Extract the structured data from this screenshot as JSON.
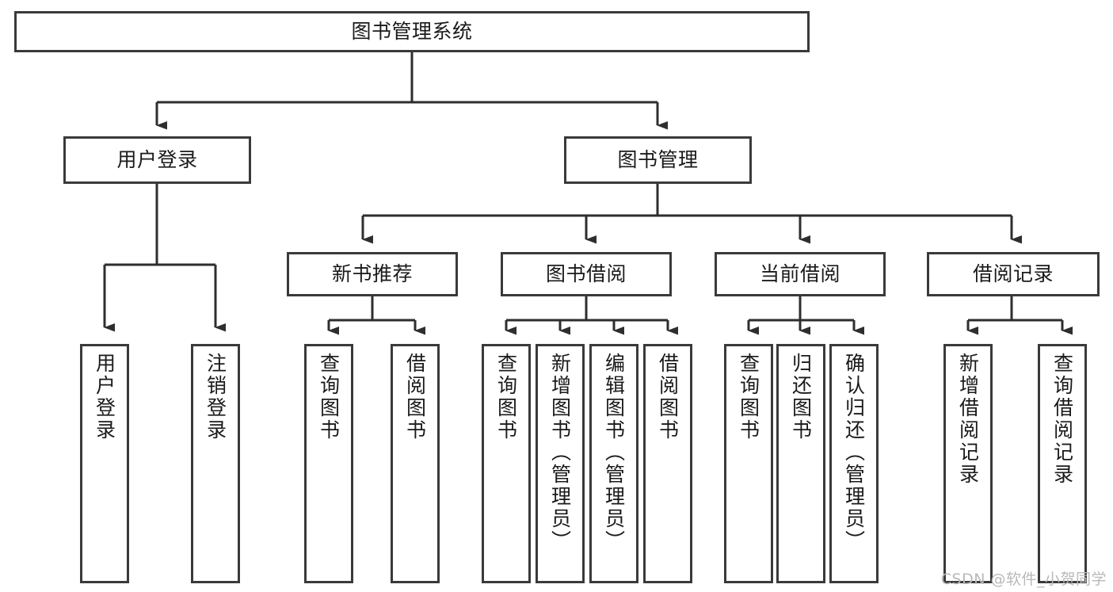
{
  "diagram": {
    "type": "tree-hierarchy",
    "title": "图书管理系统",
    "orientation": "top-down",
    "colors": {
      "box_border": "#3a3a3a",
      "box_fill": "#ffffff",
      "edge": "#2e2e2e",
      "text": "#1a1a1a",
      "watermark": "#b9b9b9"
    }
  },
  "nodes": {
    "root": {
      "label": "图书管理系统",
      "level": 0
    },
    "l1": [
      {
        "id": "user-login",
        "label": "用户登录",
        "level": 1
      },
      {
        "id": "book-manage",
        "label": "图书管理",
        "level": 1
      }
    ],
    "l2": [
      {
        "id": "new-book-recommend",
        "label": "新书推荐",
        "level": 2,
        "parent": "book-manage"
      },
      {
        "id": "book-borrow",
        "label": "图书借阅",
        "level": 2,
        "parent": "book-manage"
      },
      {
        "id": "current-borrow",
        "label": "当前借阅",
        "level": 2,
        "parent": "book-manage"
      },
      {
        "id": "borrow-record",
        "label": "借阅记录",
        "level": 2,
        "parent": "book-manage"
      }
    ],
    "leaves": [
      {
        "id": "leaf-user-login",
        "label": "用户登录",
        "parent": "user-login"
      },
      {
        "id": "leaf-logout",
        "label": "注销登录",
        "parent": "user-login"
      },
      {
        "id": "leaf-query-book-1",
        "label": "查询图书",
        "parent": "new-book-recommend"
      },
      {
        "id": "leaf-borrow-book-1",
        "label": "借阅图书",
        "parent": "new-book-recommend"
      },
      {
        "id": "leaf-query-book-2",
        "label": "查询图书",
        "parent": "book-borrow"
      },
      {
        "id": "leaf-add-book",
        "label": "新增图书（管理员）",
        "parent": "book-borrow"
      },
      {
        "id": "leaf-edit-book",
        "label": "编辑图书（管理员）",
        "parent": "book-borrow"
      },
      {
        "id": "leaf-borrow-book-2",
        "label": "借阅图书",
        "parent": "book-borrow"
      },
      {
        "id": "leaf-query-book-3",
        "label": "查询图书",
        "parent": "current-borrow"
      },
      {
        "id": "leaf-return-book",
        "label": "归还图书",
        "parent": "current-borrow"
      },
      {
        "id": "leaf-confirm-return",
        "label": "确认归还（管理员）",
        "parent": "current-borrow"
      },
      {
        "id": "leaf-add-record",
        "label": "新增借阅记录",
        "parent": "borrow-record"
      },
      {
        "id": "leaf-query-record",
        "label": "查询借阅记录",
        "parent": "borrow-record"
      }
    ]
  },
  "watermark": {
    "text": "CSDN @软件_小贺同学"
  }
}
